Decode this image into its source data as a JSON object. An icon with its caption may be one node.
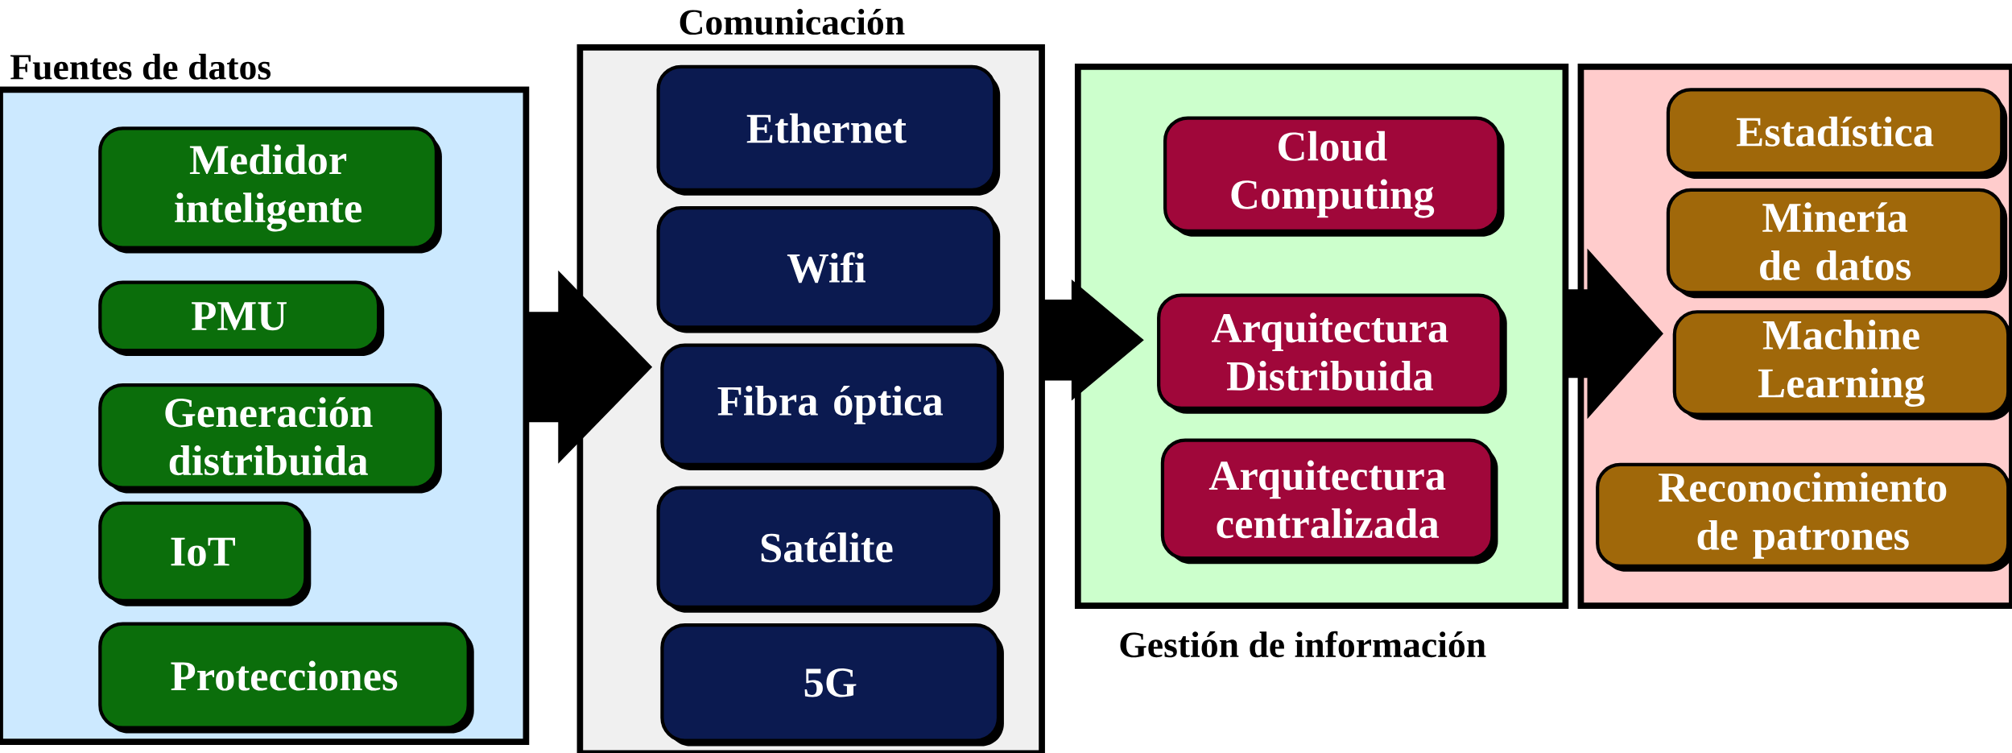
{
  "diagram": {
    "nodes": [
      {
        "text": [
          "Fuentes de datos"
        ]
      },
      {
        "text": [
          "Medidor inteligente"
        ],
        "in": 0
      },
      {
        "text": [
          "PMU"
        ],
        "in": 0
      },
      {
        "text": [
          "Generación distribuida"
        ],
        "in": 0
      },
      {
        "text": [
          "IoT"
        ],
        "in": 0
      },
      {
        "text": [
          "Protecciones"
        ],
        "in": 0
      },
      {
        "text": [
          "Comunicación"
        ]
      },
      {
        "text": [
          "Ethernet"
        ],
        "in": 6
      },
      {
        "text": [
          "Wifi"
        ],
        "in": 6
      },
      {
        "text": [
          "Fibra óptica"
        ],
        "in": 6
      },
      {
        "text": [
          "Satélite"
        ],
        "in": 6
      },
      {
        "text": [
          "5G"
        ],
        "in": 6
      },
      {
        "text": [
          "Gestión de información"
        ]
      },
      {
        "text": [
          "Cloud Computing"
        ],
        "in": 12
      },
      {
        "text": [
          "Arquitectura Distribuida"
        ],
        "in": 12
      },
      {
        "text": [
          "Arquitectura centralizada"
        ],
        "in": 12
      },
      {
        "text": [],
        "shape": "box"
      },
      {
        "text": [
          "Estadística"
        ],
        "in": 16
      },
      {
        "text": [
          "Minería de datos"
        ],
        "in": 16
      },
      {
        "text": [
          "Machine Learning"
        ],
        "in": 16
      },
      {
        "text": [
          "Reconocimiento de patrones"
        ],
        "in": 16
      }
    ],
    "edges": [
      {
        "from": 0,
        "to": 6,
        "arrow": "to"
      },
      {
        "from": 6,
        "to": 12,
        "arrow": "to"
      },
      {
        "from": 12,
        "to": 16,
        "arrow": "to"
      }
    ]
  }
}
